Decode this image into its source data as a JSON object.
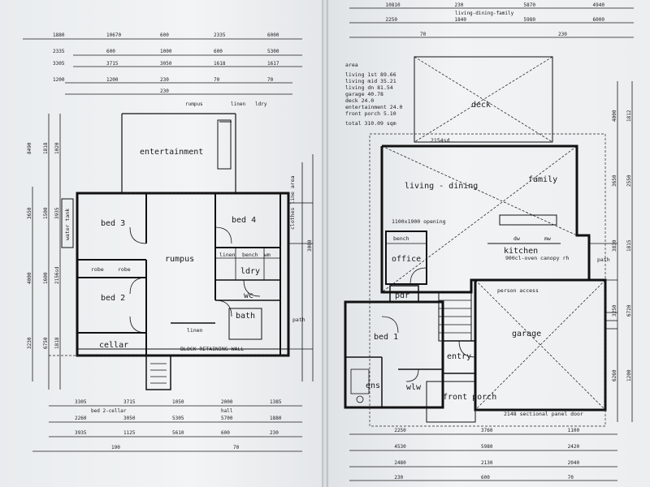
{
  "lower_floor": {
    "rooms": {
      "entertainment": "entertainment",
      "bed3": "bed 3",
      "bed4": "bed 4",
      "bed2": "bed 2",
      "rumpus": "rumpus",
      "cellar": "cellar",
      "robe": "robe",
      "robe2": "robe",
      "linen": "linen",
      "bench": "bench",
      "wm": "wm",
      "ldry": "ldry",
      "wc": "wc",
      "bath": "bath",
      "linen2": "linen",
      "clothes_line": "clothes line area",
      "water_tank": "water tank",
      "path": "path"
    },
    "labels": {
      "retaining_wall": "BLOCK RETAINING WALL",
      "bed2_cellar": "bed 2-cellar",
      "hall": "hall",
      "rumpus_note": "rumpus",
      "linen_note": "linen",
      "ldry_note": "ldry"
    },
    "dims_top": [
      "1880",
      "10670",
      "600",
      "2335",
      "6000",
      "2335",
      "600",
      "1000",
      "600",
      "5300",
      "3305",
      "3715",
      "3050",
      "1618",
      "1617",
      "1200",
      "1200",
      "230",
      "70",
      "70",
      "230"
    ],
    "dims_bottom": [
      "3305",
      "3715",
      "1050",
      "2000",
      "1385",
      "2260",
      "3050",
      "5305",
      "5700",
      "1880",
      "3935",
      "1125",
      "5610",
      "600",
      "230",
      "190",
      "70"
    ],
    "dims_side": [
      "8490",
      "3650",
      "4000",
      "3230",
      "1818",
      "1500",
      "1600",
      "6750",
      "1020",
      "3935",
      "2156sd",
      "1818",
      "3000"
    ]
  },
  "upper_floor": {
    "area": {
      "heading": "area",
      "lines": [
        "living 1st 89.66",
        "living mid 35.21",
        "living dn 81.54",
        "garage 40.78",
        "deck 24.0",
        "entertainment 24.0",
        "front porch 5.10"
      ],
      "total": "total 310.09 sqm"
    },
    "rooms": {
      "deck": "deck",
      "living_dining": "living - dining",
      "family": "family",
      "office": "office",
      "kitchen": "kitchen",
      "bed1": "bed 1",
      "garage": "garage",
      "entry": "entry",
      "ens": "ens",
      "wiw": "wlw",
      "pdr": "pdr",
      "front_porch": "front porch",
      "bench": "bench",
      "path": "path"
    },
    "labels": {
      "opening": "1100x1900 opening",
      "oven": "900cl-oven canopy rh",
      "person_access": "person access",
      "sectional_door": "2148 sectional panel door",
      "dw": "dw",
      "mw": "mw",
      "sd": "2154sd",
      "living_dining_dim": "living-dining-family"
    },
    "dims_top": [
      "10810",
      "230",
      "5870",
      "4940",
      "2250",
      "1840",
      "5980",
      "6000",
      "70",
      "230"
    ],
    "dims_bottom": [
      "2250",
      "3760",
      "1100",
      "4530",
      "5980",
      "2420",
      "2480",
      "2130",
      "2040",
      "230",
      "600",
      "70"
    ],
    "dims_side": [
      "4000",
      "3650",
      "3830",
      "3250",
      "6260",
      "1812",
      "2550",
      "1815",
      "6720",
      "1200"
    ]
  }
}
